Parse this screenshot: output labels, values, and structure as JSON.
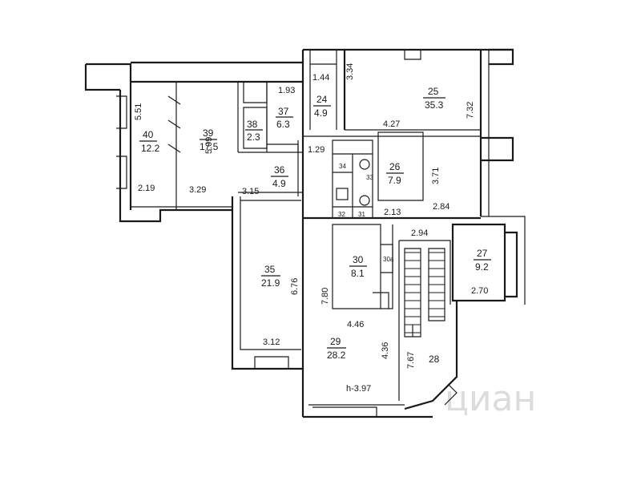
{
  "watermark": "циан",
  "rooms": [
    {
      "id": "r40",
      "number": "40",
      "area": "12.2"
    },
    {
      "id": "r39",
      "number": "39",
      "area": "17.5"
    },
    {
      "id": "r38",
      "number": "38",
      "area": "2.3"
    },
    {
      "id": "r37",
      "number": "37",
      "area": "6.3"
    },
    {
      "id": "r36",
      "number": "36",
      "area": "4.9"
    },
    {
      "id": "r24",
      "number": "24",
      "area": "4.9"
    },
    {
      "id": "r25",
      "number": "25",
      "area": "35.3"
    },
    {
      "id": "r26",
      "number": "26",
      "area": "7.9"
    },
    {
      "id": "r27",
      "number": "27",
      "area": "9.2"
    },
    {
      "id": "r30",
      "number": "30",
      "area": "8.1"
    },
    {
      "id": "r35",
      "number": "35",
      "area": "21.9"
    },
    {
      "id": "r29",
      "number": "29",
      "area": "28.2"
    }
  ],
  "labels": {
    "room28": "28",
    "room30a": "30a",
    "room31": "31",
    "room32": "32",
    "room33": "33",
    "room34": "34",
    "height": "h-3.97"
  },
  "dimensions": {
    "d551": "5.51",
    "d219": "2.19",
    "d329": "3.29",
    "d509": "5.09",
    "d193": "1.93",
    "d144": "1.44",
    "d334": "3.34",
    "d732": "7.32",
    "d427": "4.27",
    "d129": "1.29",
    "d315": "3.15",
    "d371": "3.71",
    "d213": "2.13",
    "d284": "2.84",
    "d294": "2.94",
    "d270": "2.70",
    "d676": "6.76",
    "d780": "7.80",
    "d446": "4.46",
    "d436": "4.36",
    "d767": "7.67",
    "d312": "3.12"
  }
}
